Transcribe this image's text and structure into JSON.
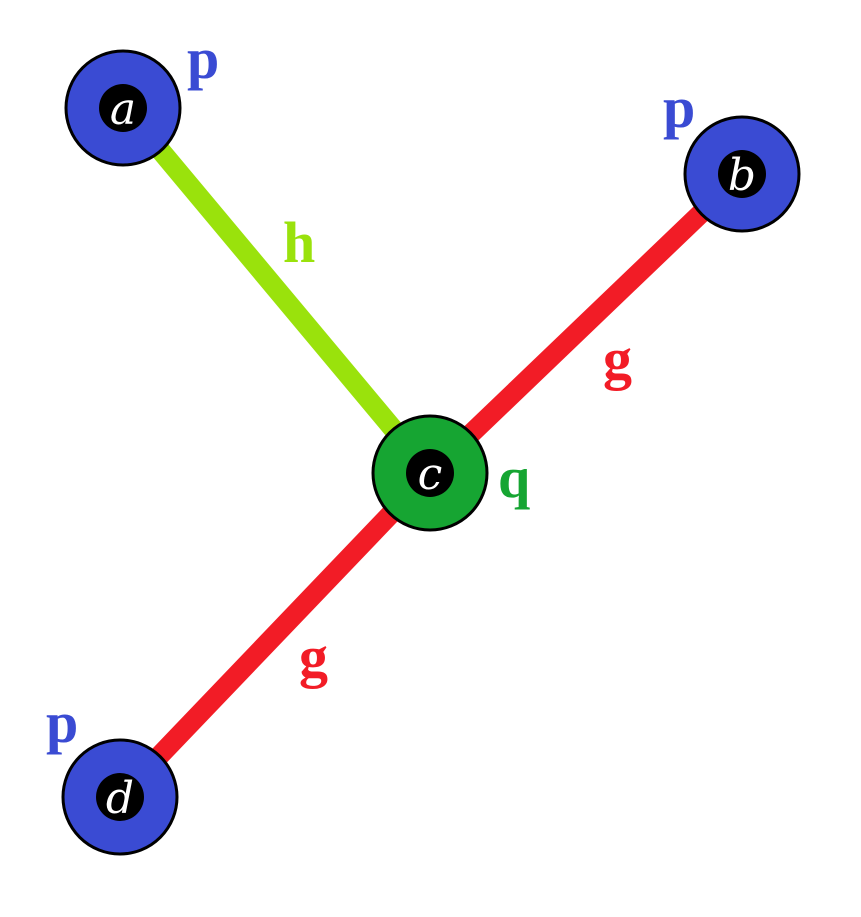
{
  "colors": {
    "node_blue": "#3a4bd3",
    "node_green": "#16a532",
    "edge_red": "#f21c26",
    "edge_green": "#9ae20c",
    "label_blue": "#3a4bd3",
    "label_green": "#16a532",
    "label_red": "#f21c26",
    "label_lime": "#9ae20c",
    "outline": "#000000",
    "center_dot": "#000000"
  },
  "nodes": [
    {
      "id": "a",
      "label": "a",
      "type_label": "p"
    },
    {
      "id": "b",
      "label": "b",
      "type_label": "p"
    },
    {
      "id": "c",
      "label": "c",
      "type_label": "q"
    },
    {
      "id": "d",
      "label": "d",
      "type_label": "p"
    }
  ],
  "edges": [
    {
      "from": "a",
      "to": "c",
      "label": "h"
    },
    {
      "from": "c",
      "to": "b",
      "label": "g"
    },
    {
      "from": "c",
      "to": "d",
      "label": "g"
    }
  ]
}
